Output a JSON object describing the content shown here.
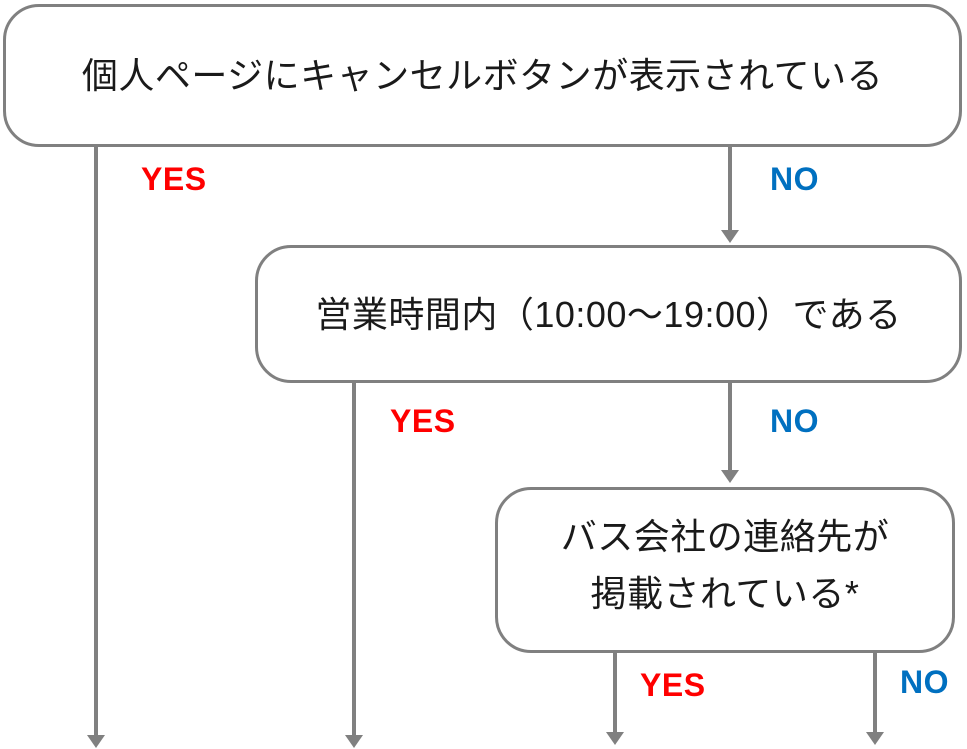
{
  "flowchart": {
    "node1": {
      "text": "個人ページにキャンセルボタンが表示されている"
    },
    "node2": {
      "text": "営業時間内（10:00～19:00）である"
    },
    "node3": {
      "line1": "バス会社の連絡先が",
      "line2": "掲載されている*"
    },
    "branches": {
      "node1_yes": "YES",
      "node1_no": "NO",
      "node2_yes": "YES",
      "node2_no": "NO",
      "node3_yes": "YES",
      "node3_no": "NO"
    },
    "colors": {
      "yes_label": "#ff0000",
      "no_label": "#0070c0",
      "stroke": "#808080",
      "text": "#1a1a1a",
      "background": "#ffffff"
    }
  }
}
